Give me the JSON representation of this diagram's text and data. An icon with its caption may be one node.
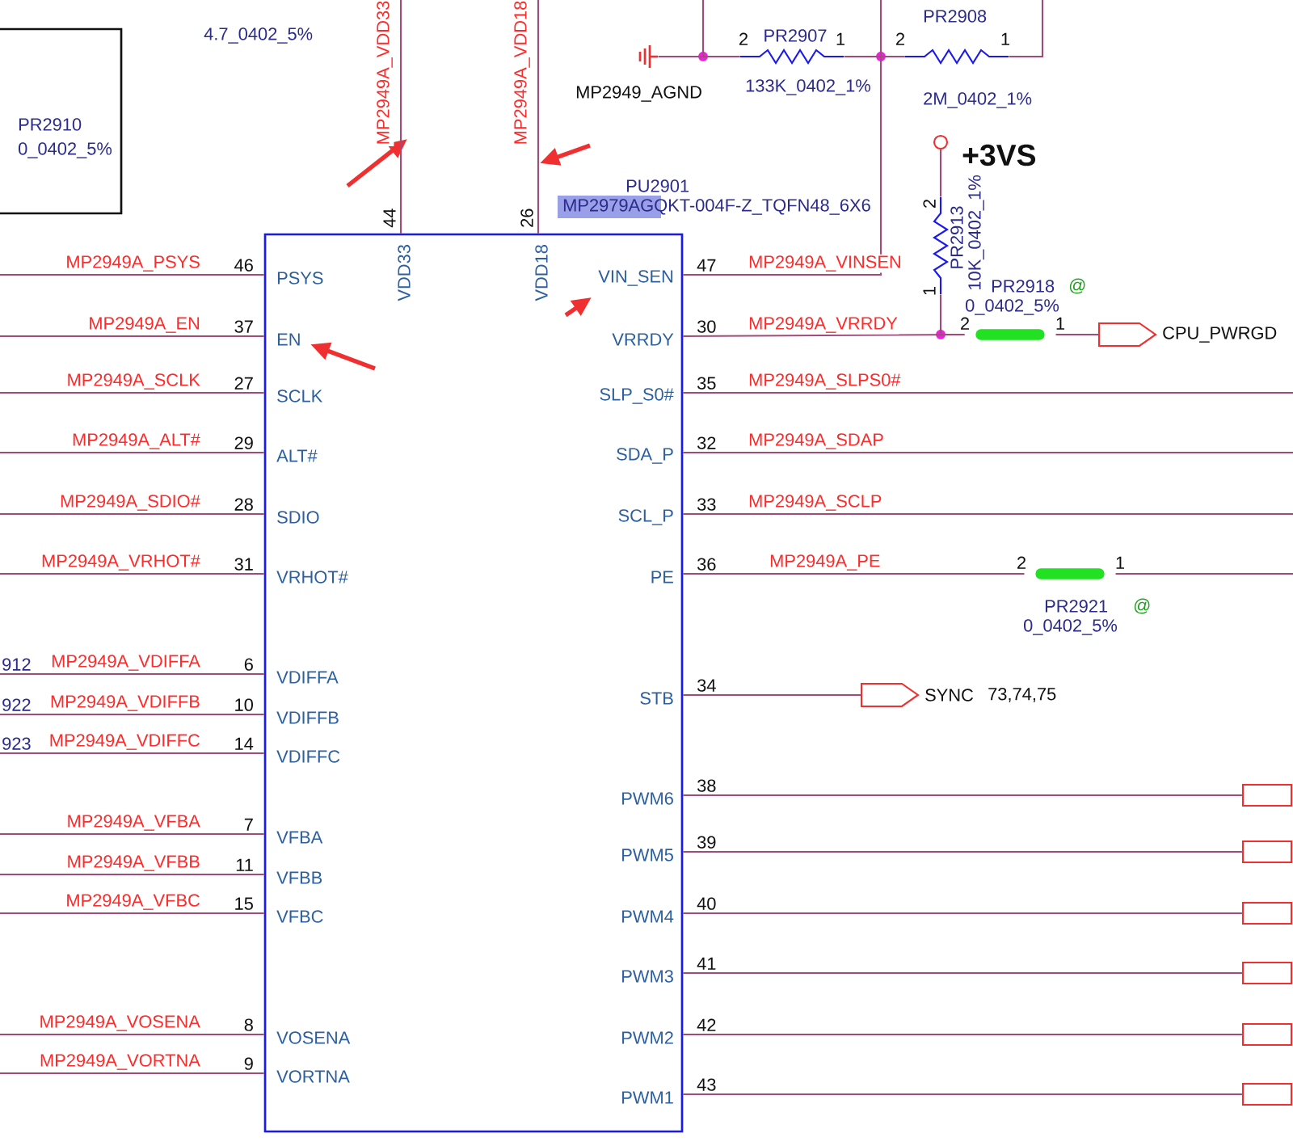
{
  "diagram": {
    "nodes": [
      {
        "text": [
          "PR2910",
          "0_0402_5%"
        ]
      },
      {
        "text": [
          "MP2949_AGND"
        ]
      },
      {
        "text": [
          "PR2907",
          "133K_0402_1%"
        ]
      },
      {
        "text": [
          "PR2908",
          "2M_0402_1%"
        ]
      },
      {
        "text": [],
        "shape": "circle",
        "beside": [
          "+3VS"
        ]
      },
      {
        "text": [
          "PR2913",
          "10K_0402_1%"
        ]
      },
      {
        "text": [
          "PU2901",
          "MP2979AGQKT-004F-Z_TQFN48_6X6"
        ]
      },
      {
        "text": [
          "PR2918",
          "0_0402_5%",
          "@"
        ]
      },
      {
        "text": [],
        "shape": "pentagon",
        "beside": [
          "CPU_PWRGD"
        ]
      },
      {
        "text": [
          "PR2921",
          "0_0402_5%",
          "@"
        ]
      },
      {
        "text": [],
        "shape": "pentagon",
        "beside": [
          "SYNC",
          "73,74,75"
        ]
      },
      {
        "text": [],
        "shape": "box"
      },
      {
        "text": [],
        "shape": "box"
      },
      {
        "text": [],
        "shape": "box"
      },
      {
        "text": [],
        "shape": "box"
      },
      {
        "text": [],
        "shape": "box"
      },
      {
        "text": [],
        "shape": "box"
      },
      {
        "text": [
          "912"
        ]
      },
      {
        "text": [
          "922"
        ]
      },
      {
        "text": [
          "923"
        ]
      }
    ],
    "edges": [
      {
        "from": null,
        "to": 6,
        "arrow": "none",
        "label": "MP2949A_PSYS"
      },
      {
        "from": null,
        "to": 6,
        "arrow": "none",
        "label": "MP2949A_EN"
      },
      {
        "from": null,
        "to": 6,
        "arrow": "none",
        "label": "MP2949A_SCLK"
      },
      {
        "from": null,
        "to": 6,
        "arrow": "none",
        "label": "MP2949A_ALT#"
      },
      {
        "from": null,
        "to": 6,
        "arrow": "none",
        "label": "MP2949A_SDIO#"
      },
      {
        "from": null,
        "to": 6,
        "arrow": "none",
        "label": "MP2949A_VRHOT#"
      },
      {
        "from": 17,
        "to": 6,
        "arrow": "none",
        "label": "MP2949A_VDIFFA"
      },
      {
        "from": 18,
        "to": 6,
        "arrow": "none",
        "label": "MP2949A_VDIFFB"
      },
      {
        "from": 19,
        "to": 6,
        "arrow": "none",
        "label": "MP2949A_VDIFFC"
      },
      {
        "from": null,
        "to": 6,
        "arrow": "none",
        "label": "MP2949A_VFBA"
      },
      {
        "from": null,
        "to": 6,
        "arrow": "none",
        "label": "MP2949A_VFBB"
      },
      {
        "from": null,
        "to": 6,
        "arrow": "none",
        "label": "MP2949A_VFBC"
      },
      {
        "from": null,
        "to": 6,
        "arrow": "none",
        "label": "MP2949A_VOSENA"
      },
      {
        "from": null,
        "to": 6,
        "arrow": "none",
        "label": "MP2949A_VORTNA"
      },
      {
        "from": null,
        "to": 6,
        "arrow": "none",
        "label": "MP2949A_VDD33"
      },
      {
        "from": null,
        "to": 6,
        "arrow": "none",
        "label": "MP2949A_VDD18"
      },
      {
        "from": 6,
        "to": 3,
        "arrow": "none",
        "label": "MP2949A_VINSEN"
      },
      {
        "from": 1,
        "to": 2,
        "arrow": "none"
      },
      {
        "from": null,
        "to": 2,
        "arrow": "none"
      },
      {
        "from": 2,
        "to": 3,
        "arrow": "none"
      },
      {
        "from": null,
        "to": 3,
        "arrow": "none"
      },
      {
        "from": 3,
        "to": null,
        "arrow": "none"
      },
      {
        "from": 6,
        "to": 7,
        "arrow": "none",
        "label": "MP2949A_VRRDY"
      },
      {
        "from": 5,
        "to": 7,
        "arrow": "none"
      },
      {
        "from": 4,
        "to": 5,
        "arrow": "none"
      },
      {
        "from": 7,
        "to": 8,
        "arrow": "none"
      },
      {
        "from": 6,
        "to": null,
        "arrow": "none",
        "label": "MP2949A_SLPS0#"
      },
      {
        "from": 6,
        "to": null,
        "arrow": "none",
        "label": "MP2949A_SDAP"
      },
      {
        "from": 6,
        "to": null,
        "arrow": "none",
        "label": "MP2949A_SCLP"
      },
      {
        "from": 6,
        "to": 9,
        "arrow": "none",
        "label": "MP2949A_PE"
      },
      {
        "from": 9,
        "to": null,
        "arrow": "none"
      },
      {
        "from": 6,
        "to": 10,
        "arrow": "none"
      },
      {
        "from": 6,
        "to": 11,
        "arrow": "none"
      },
      {
        "from": 6,
        "to": 12,
        "arrow": "none"
      },
      {
        "from": 6,
        "to": 13,
        "arrow": "none"
      },
      {
        "from": 6,
        "to": 14,
        "arrow": "none"
      },
      {
        "from": 6,
        "to": 15,
        "arrow": "none"
      },
      {
        "from": 6,
        "to": 16,
        "arrow": "none"
      }
    ],
    "labels": [
      "4.7_0402_5%",
      "2",
      "1",
      "2",
      "1",
      "44",
      "26",
      "2",
      "1",
      "VDD33",
      "VDD18",
      "46",
      "PSYS",
      "37",
      "EN",
      "27",
      "SCLK",
      "29",
      "ALT#",
      "28",
      "SDIO",
      "31",
      "VRHOT#",
      "6",
      "VDIFFA",
      "10",
      "VDIFFB",
      "14",
      "VDIFFC",
      "7",
      "VFBA",
      "11",
      "VFBB",
      "15",
      "VFBC",
      "8",
      "VOSENA",
      "9",
      "VORTNA",
      "VIN_SEN",
      "47",
      "VRRDY",
      "30",
      "SLP_S0#",
      "35",
      "SDA_P",
      "32",
      "SCL_P",
      "33",
      "PE",
      "36",
      "STB",
      "34",
      "PWM6",
      "38",
      "PWM5",
      "39",
      "PWM4",
      "40",
      "PWM3",
      "41",
      "PWM2",
      "42",
      "PWM1",
      "43",
      "2",
      "1",
      "2",
      "1"
    ]
  }
}
